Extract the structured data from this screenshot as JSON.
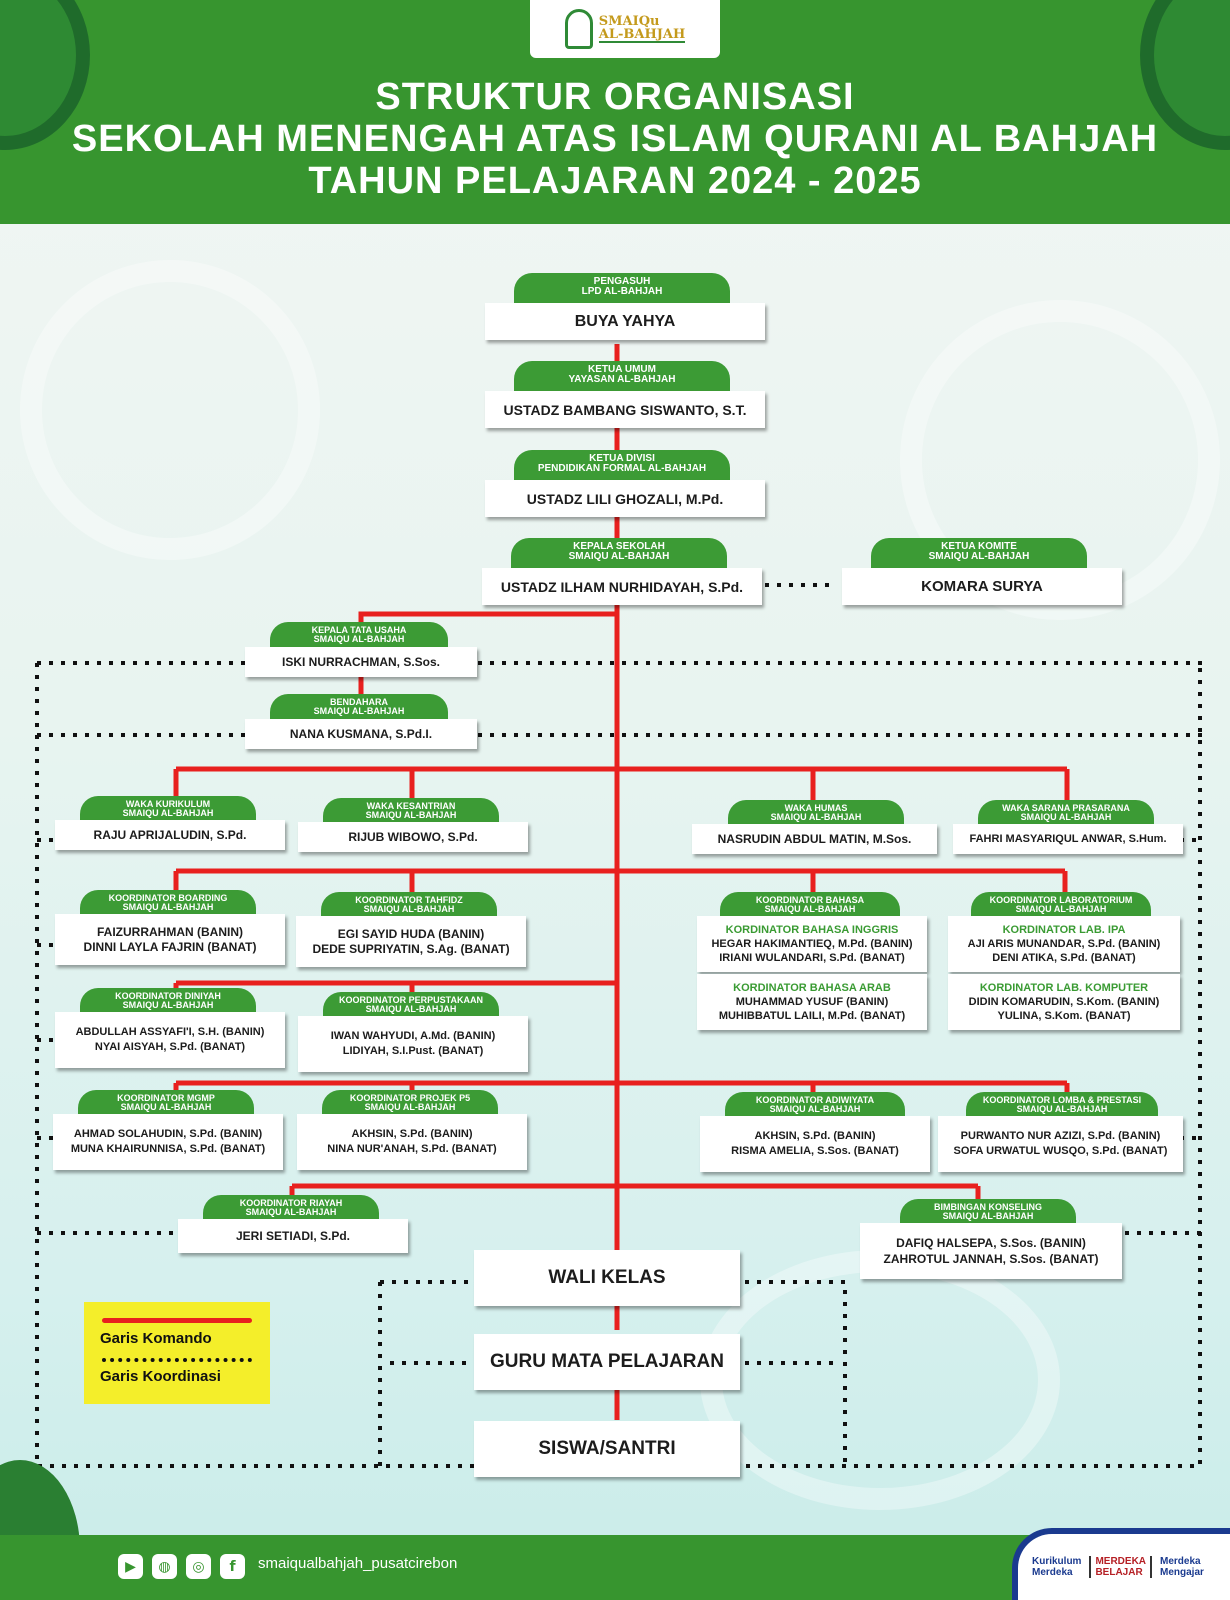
{
  "header": {
    "logo_top": "SMAIQu",
    "logo_bottom": "AL-BAHJAH",
    "title_lines": [
      "STRUKTUR ORGANISASI",
      "SEKOLAH MENENGAH ATAS ISLAM QURANI AL BAHJAH",
      "TAHUN PELAJARAN 2024 - 2025"
    ]
  },
  "nodes": {
    "pengasuh": {
      "caption": [
        "PENGASUH",
        "LPD AL-BAHJAH"
      ],
      "lines": [
        "BUYA YAHYA"
      ]
    },
    "ketua_umum": {
      "caption": [
        "KETUA UMUM",
        "YAYASAN AL-BAHJAH"
      ],
      "lines": [
        "USTADZ BAMBANG SISWANTO, S.T."
      ]
    },
    "ketua_divisi": {
      "caption": [
        "KETUA DIVISI",
        "PENDIDIKAN FORMAL AL-BAHJAH"
      ],
      "lines": [
        "USTADZ LILI GHOZALI, M.Pd."
      ]
    },
    "kepala_sekolah": {
      "caption": [
        "KEPALA SEKOLAH",
        "SMAIQU AL-BAHJAH"
      ],
      "lines": [
        "USTADZ ILHAM NURHIDAYAH, S.Pd."
      ]
    },
    "ketua_komite": {
      "caption": [
        "KETUA KOMITE",
        "SMAIQU AL-BAHJAH"
      ],
      "lines": [
        "KOMARA SURYA"
      ]
    },
    "tata_usaha": {
      "caption": [
        "KEPALA TATA USAHA",
        "SMAIQU AL-BAHJAH"
      ],
      "lines": [
        "ISKI NURRACHMAN, S.Sos."
      ]
    },
    "bendahara": {
      "caption": [
        "BENDAHARA",
        "SMAIQU AL-BAHJAH"
      ],
      "lines": [
        "NANA KUSMANA, S.Pd.I."
      ]
    },
    "waka_kurikulum": {
      "caption": [
        "WAKA KURIKULUM",
        "SMAIQU AL-BAHJAH"
      ],
      "lines": [
        "RAJU APRIJALUDIN, S.Pd."
      ]
    },
    "waka_kesantrian": {
      "caption": [
        "WAKA KESANTRIAN",
        "SMAIQU AL-BAHJAH"
      ],
      "lines": [
        "RIJUB WIBOWO, S.Pd."
      ]
    },
    "waka_humas": {
      "caption": [
        "WAKA HUMAS",
        "SMAIQU AL-BAHJAH"
      ],
      "lines": [
        "NASRUDIN ABDUL MATIN, M.Sos."
      ]
    },
    "waka_sarana": {
      "caption": [
        "WAKA SARANA PRASARANA",
        "SMAIQU AL-BAHJAH"
      ],
      "lines": [
        "FAHRI MASYARIQUL ANWAR, S.Hum."
      ]
    },
    "koord_boarding": {
      "caption": [
        "KOORDINATOR BOARDING",
        "SMAIQU AL-BAHJAH"
      ],
      "lines": [
        "FAIZURRAHMAN (BANIN)",
        "DINNI LAYLA FAJRIN (BANAT)"
      ]
    },
    "koord_tahfidz": {
      "caption": [
        "KOORDINATOR TAHFIDZ",
        "SMAIQU AL-BAHJAH"
      ],
      "lines": [
        "EGI SAYID HUDA (BANIN)",
        "DEDE SUPRIYATIN, S.Ag. (BANAT)"
      ]
    },
    "koord_bahasa": {
      "caption": [
        "KOORDINATOR BAHASA",
        "SMAIQU AL-BAHJAH"
      ],
      "sub1": "KORDINATOR BAHASA INGGRIS",
      "lines": [
        "HEGAR HAKIMANTIEQ, M.Pd. (BANIN)",
        "IRIANI WULANDARI, S.Pd. (BANAT)"
      ],
      "sub2": "KORDINATOR BAHASA ARAB",
      "lines2": [
        "MUHAMMAD YUSUF (BANIN)",
        "MUHIBBATUL LAILI, M.Pd. (BANAT)"
      ]
    },
    "koord_lab": {
      "caption": [
        "KOORDINATOR LABORATORIUM",
        "SMAIQU AL-BAHJAH"
      ],
      "sub1": "KORDINATOR LAB. IPA",
      "lines": [
        "AJI ARIS MUNANDAR, S.Pd. (BANIN)",
        "DENI ATIKA, S.Pd. (BANAT)"
      ],
      "sub2": "KORDINATOR LAB. KOMPUTER",
      "lines2": [
        "DIDIN KOMARUDIN, S.Kom. (BANIN)",
        "YULINA, S.Kom. (BANAT)"
      ]
    },
    "koord_diniyah": {
      "caption": [
        "KOORDINATOR DINIYAH",
        "SMAIQU AL-BAHJAH"
      ],
      "lines": [
        "ABDULLAH ASSYAFI'I, S.H. (BANIN)",
        "NYAI AISYAH, S.Pd. (BANAT)"
      ]
    },
    "koord_perpus": {
      "caption": [
        "KOORDINATOR PERPUSTAKAAN",
        "SMAIQU AL-BAHJAH"
      ],
      "lines": [
        "IWAN WAHYUDI, A.Md. (BANIN)",
        "LIDIYAH, S.I.Pust. (BANAT)"
      ]
    },
    "koord_mgmp": {
      "caption": [
        "KOORDINATOR MGMP",
        "SMAIQU AL-BAHJAH"
      ],
      "lines": [
        "AHMAD SOLAHUDIN, S.Pd. (BANIN)",
        "MUNA KHAIRUNNISA, S.Pd. (BANAT)"
      ]
    },
    "koord_p5": {
      "caption": [
        "KOORDINATOR PROJEK P5",
        "SMAIQU AL-BAHJAH"
      ],
      "lines": [
        "AKHSIN, S.Pd. (BANIN)",
        "NINA NUR'ANAH, S.Pd. (BANAT)"
      ]
    },
    "koord_adiwiyata": {
      "caption": [
        "KOORDINATOR ADIWIYATA",
        "SMAIQU AL-BAHJAH"
      ],
      "lines": [
        "AKHSIN, S.Pd. (BANIN)",
        "RISMA AMELIA, S.Sos. (BANAT)"
      ]
    },
    "koord_lomba": {
      "caption": [
        "KOORDINATOR LOMBA & PRESTASI",
        "SMAIQU AL-BAHJAH"
      ],
      "lines": [
        "PURWANTO NUR AZIZI, S.Pd. (BANIN)",
        "SOFA URWATUL WUSQO, S.Pd. (BANAT)"
      ]
    },
    "koord_riayah": {
      "caption": [
        "KOORDINATOR RIAYAH",
        "SMAIQU AL-BAHJAH"
      ],
      "lines": [
        "JERI SETIADI, S.Pd."
      ]
    },
    "bk": {
      "caption": [
        "BIMBINGAN KONSELING",
        "SMAIQU AL-BAHJAH"
      ],
      "lines": [
        "DAFIQ HALSEPA, S.Sos. (BANIN)",
        "ZAHROTUL JANNAH, S.Sos. (BANAT)"
      ]
    }
  },
  "bottom": {
    "wali_kelas": "WALI KELAS",
    "guru": "GURU MATA PELAJARAN",
    "siswa": "SISWA/SANTRI"
  },
  "legend": {
    "komando": "Garis Komando",
    "koordinasi": "Garis Koordinasi"
  },
  "footer": {
    "icons": [
      "youtube-icon",
      "globe-icon",
      "instagram-icon",
      "facebook-icon"
    ],
    "handle": "smaiqualbahjah_pusatcirebon",
    "kurikulum": [
      "Kurikulum",
      "Merdeka"
    ],
    "merdeka_belajar": [
      "MERDEKA",
      "BELAJAR"
    ],
    "merdeka_mengajar": [
      "Merdeka",
      "Mengajar"
    ]
  },
  "colors": {
    "green": "#37952f",
    "command_line": "#e8201e",
    "legend_bg": "#f4ee2a"
  }
}
